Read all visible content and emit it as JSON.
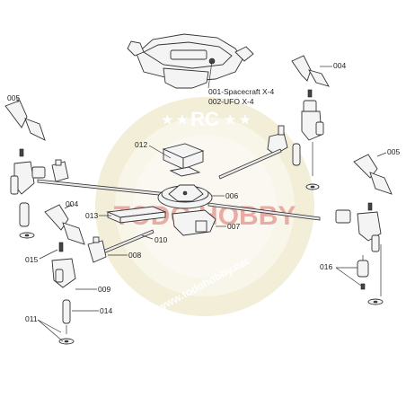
{
  "watermark": {
    "top_text": "RC",
    "brand_text": "TODO HOBBY",
    "url_text": "www.todohobby.net",
    "colors": {
      "ring": "#e9e1b8",
      "inner": "#f3efd6",
      "red": "#d86a5c",
      "blue": "#8fa0c8",
      "gold": "#d9c97a"
    }
  },
  "labels": {
    "l001": "001-Spacecraft X-4",
    "l002": "002-UFO X-4",
    "l004a": "004",
    "l004b": "004",
    "l005a": "005",
    "l005b": "005",
    "l006": "006",
    "l007": "007",
    "l008": "008",
    "l009": "009",
    "l010": "010",
    "l011": "011",
    "l012": "012",
    "l013": "013",
    "l014": "014",
    "l015": "015",
    "l016": "016"
  }
}
